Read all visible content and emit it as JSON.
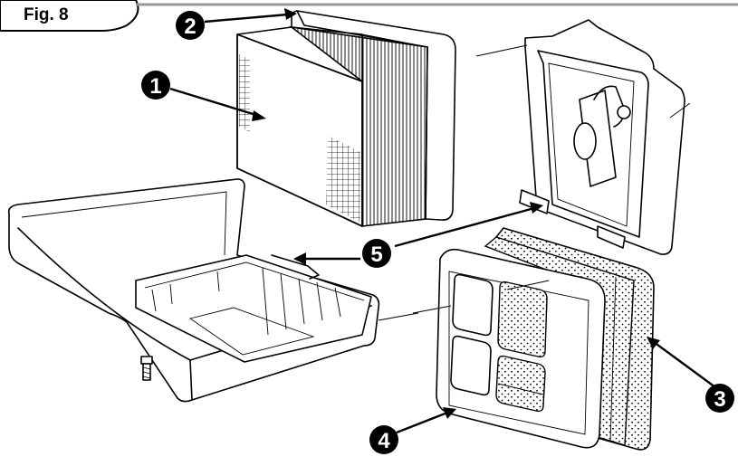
{
  "figure": {
    "label": "Fig. 8"
  },
  "callouts": [
    {
      "id": "callout-1",
      "number": "1"
    },
    {
      "id": "callout-2",
      "number": "2"
    },
    {
      "id": "callout-3",
      "number": "3"
    },
    {
      "id": "callout-4",
      "number": "4"
    },
    {
      "id": "callout-5",
      "number": "5"
    }
  ],
  "colors": {
    "ink": "#000000",
    "paper": "#ffffff",
    "header_rule": "#999999"
  }
}
